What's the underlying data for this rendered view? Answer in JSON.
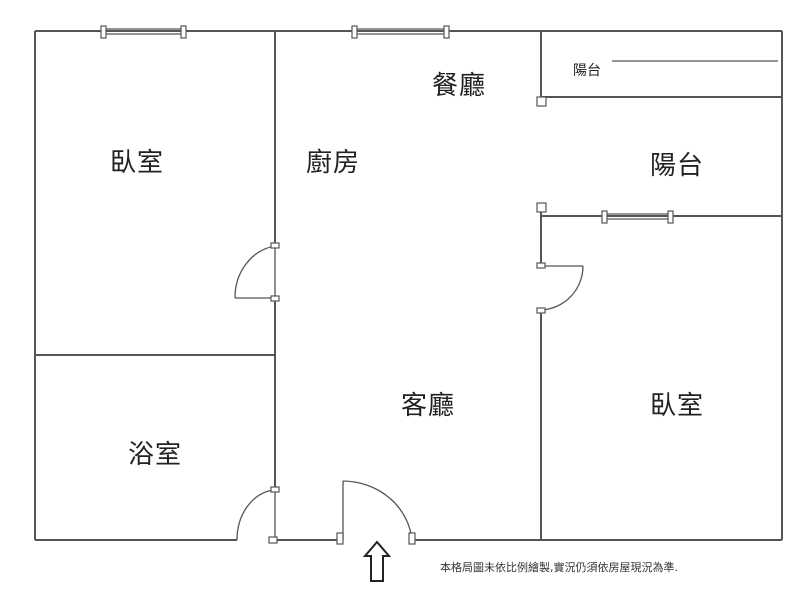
{
  "rooms": {
    "bedroom_left": "臥室",
    "kitchen": "廚房",
    "dining": "餐廳",
    "balcony_small": "陽台",
    "balcony": "陽台",
    "living": "客廳",
    "bedroom_right": "臥室",
    "bathroom": "浴室"
  },
  "note": "本格局圖未依比例繪製,實況仍須依房屋現況為準.",
  "icons": {
    "entrance": "up-arrow-icon"
  },
  "colors": {
    "wall": "#555555",
    "background": "#ffffff"
  }
}
